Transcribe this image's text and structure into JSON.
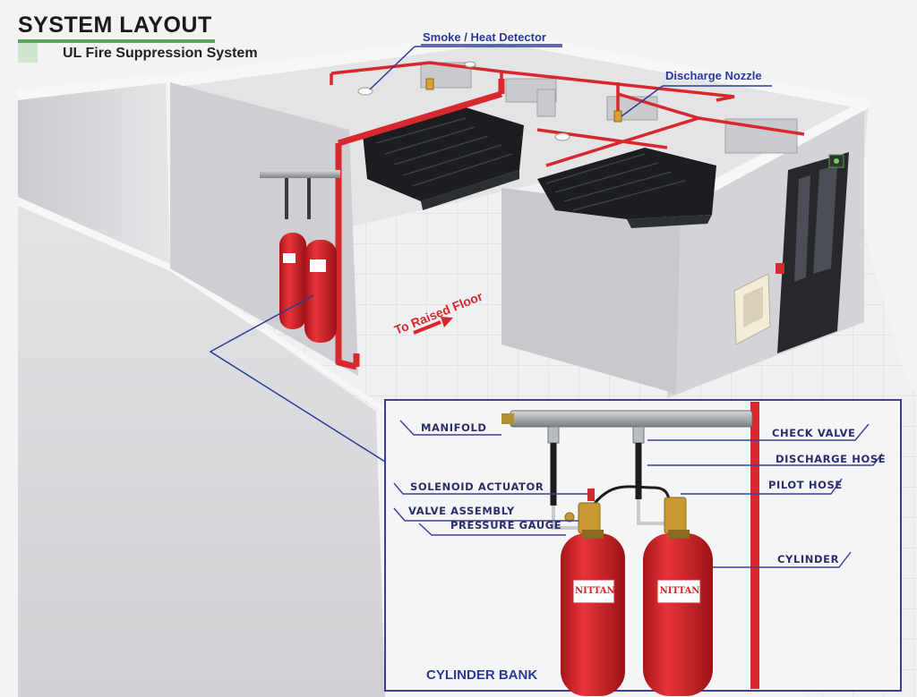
{
  "header": {
    "title": "SYSTEM LAYOUT",
    "subtitle": "UL Fire Suppression System"
  },
  "callouts": {
    "smoke_detector": "Smoke / Heat Detector",
    "discharge_nozzle": "Discharge Nozzle",
    "to_raised_floor": "To Raised Floor"
  },
  "inset": {
    "manifold": "MANIFOLD",
    "check_valve": "CHECK VALVE",
    "discharge_hose": "DISCHARGE HOSE",
    "solenoid_actuator": "SOLENOID ACTUATOR",
    "pilot_hose": "PILOT HOSE",
    "valve_assembly": "VALVE ASSEMBLY",
    "pressure_gauge": "PRESSURE GAUGE",
    "cylinder": "CYLINDER",
    "cylinder_bank": "CYLINDER BANK",
    "brand": "NITTAN"
  },
  "colors": {
    "pipe_red": "#d8282d",
    "label_blue": "#2b3a9a",
    "wall_gray": "#d9dadc",
    "floor_gray": "#eceef0",
    "rack_black": "#1b1d21"
  }
}
